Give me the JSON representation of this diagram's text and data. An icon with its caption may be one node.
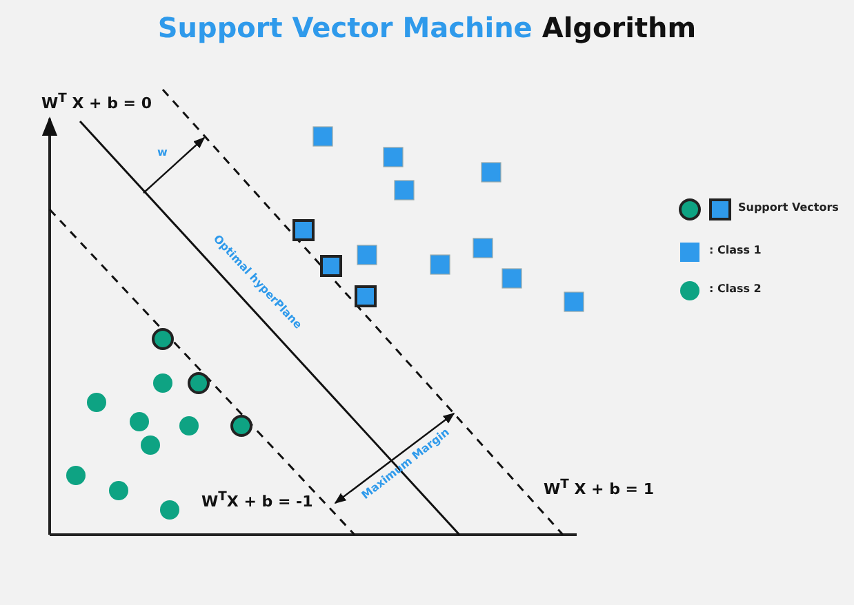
{
  "diagram": {
    "title": "Support Vector Machine Algorithm",
    "labels": [
      "W$^{T}$ X + b = 0",
      "w",
      "Optimal hyperPlane",
      "W$^{T}$X + b = -1",
      "Maximum Margin",
      "W$^{T}$ X + b = 1"
    ],
    "legend": [
      {
        "text": "Support Vectors"
      },
      {
        "text": ": Class 1",
        "color": "#2f9aeb"
      },
      {
        "text": ": Class 2",
        "color": "#0ea383"
      }
    ]
  }
}
